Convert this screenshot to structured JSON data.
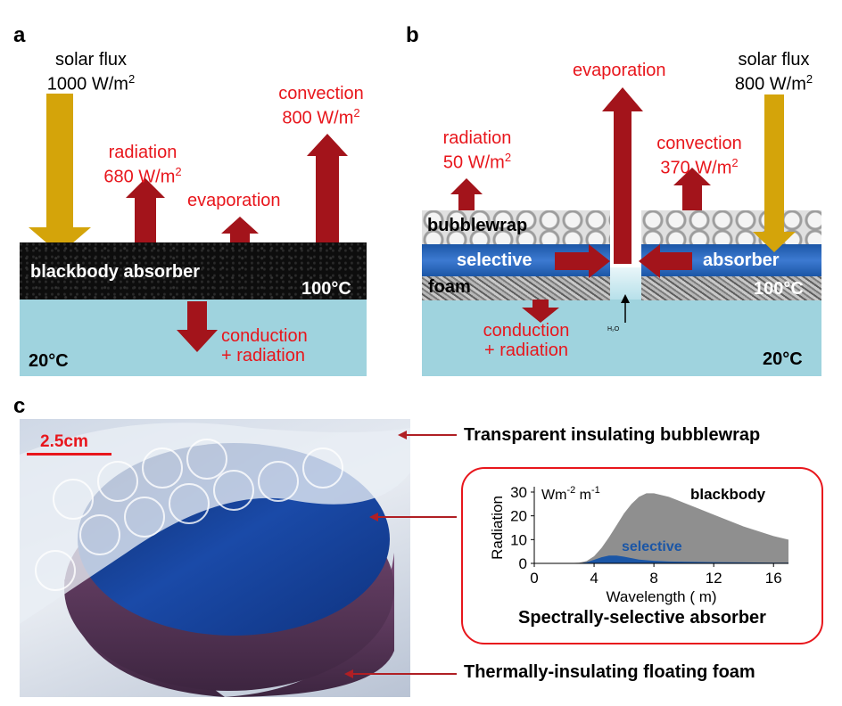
{
  "panel_a": {
    "label": "a",
    "solar_label": "solar flux",
    "solar_value": "1000 W/m",
    "solar_sup": "2",
    "radiation_label": "radiation",
    "radiation_value": "680 W/m",
    "radiation_sup": "2",
    "evaporation_label": "evaporation",
    "convection_label": "convection",
    "convection_value": "800 W/m",
    "convection_sup": "2",
    "absorber_label": "blackbody absorber",
    "temp_hot": "100°C",
    "temp_cold": "20°C",
    "conduction_line1": "conduction",
    "conduction_line2": "+ radiation"
  },
  "panel_b": {
    "label": "b",
    "evaporation_label": "evaporation",
    "solar_label": "solar flux",
    "solar_value": "800 W/m",
    "solar_sup": "2",
    "radiation_label": "radiation",
    "radiation_value": "50 W/m",
    "radiation_sup": "2",
    "convection_label": "convection",
    "convection_value": "370 W/m",
    "convection_sup": "2",
    "bubblewrap_label": "bubblewrap",
    "selective_label": "selective",
    "absorber_label": "absorber",
    "foam_label": "foam",
    "temp_hot": "100°C",
    "temp_cold": "20°C",
    "water_label": "H₂O",
    "conduction_line1": "conduction",
    "conduction_line2": "+ radiation"
  },
  "panel_c": {
    "label": "c",
    "scale_label": "2.5cm",
    "caption_bubblewrap": "Transparent insulating bubblewrap",
    "caption_foam": "Thermally-insulating floating foam",
    "inset_title": "Spectrally-selective absorber"
  },
  "colors": {
    "red_text": "#e8161c",
    "arrow_dark_red": "#a3141b",
    "solar_gold": "#d4a40a",
    "water": "#9fd3de",
    "selective_blue": "#1b56a6"
  },
  "chart_data": {
    "type": "area",
    "xlabel": "Wavelength (  m)",
    "ylabel": "Radiation",
    "units_label": "Wm",
    "units_exp1": "-2",
    "units_mid": "  m",
    "units_exp2": "-1",
    "xlim": [
      0,
      17
    ],
    "ylim": [
      0,
      30
    ],
    "xticks": [
      "0",
      "4",
      "8",
      "12",
      "16"
    ],
    "yticks": [
      "0",
      "10",
      "20",
      "30"
    ],
    "series": [
      {
        "name": "blackbody",
        "color": "#8f8f8f",
        "x": [
          0,
          2,
          3,
          3.5,
          4,
          4.5,
          5,
          5.5,
          6,
          6.5,
          7,
          7.5,
          8,
          9,
          10,
          11,
          12,
          13,
          14,
          15,
          16,
          17
        ],
        "y": [
          0,
          0,
          0.3,
          1,
          3,
          6.5,
          11,
          16,
          21,
          25,
          28,
          29.5,
          29.5,
          28,
          25.5,
          23,
          20.5,
          18,
          15.5,
          13.5,
          11.5,
          10
        ]
      },
      {
        "name": "selective",
        "color": "#1b56a6",
        "x": [
          0,
          3,
          3.5,
          4,
          4.5,
          5,
          5.5,
          6,
          6.5,
          7,
          8,
          9,
          10,
          12,
          14,
          16,
          17
        ],
        "y": [
          0,
          0,
          0.5,
          1.5,
          2.6,
          3.3,
          3.3,
          2.8,
          2.2,
          1.6,
          1.1,
          0.8,
          0.7,
          0.5,
          0.4,
          0.3,
          0.3
        ]
      }
    ]
  }
}
